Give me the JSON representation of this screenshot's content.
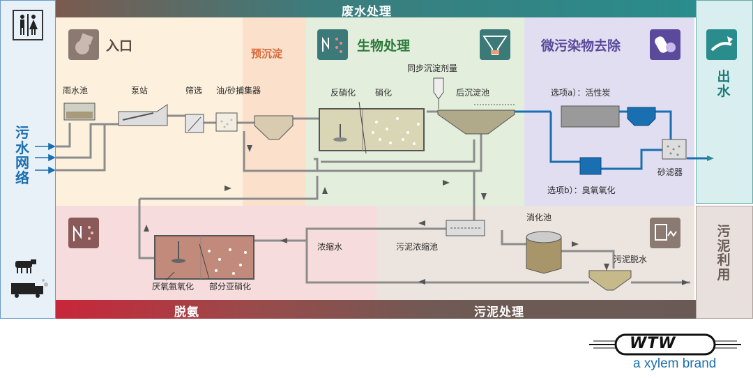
{
  "header": {
    "title": "废水处理"
  },
  "footer": {
    "left": "脱氨",
    "right": "污泥处理"
  },
  "left_panel": {
    "sewer": "污水网络"
  },
  "right_panel": {
    "outlet": "出水",
    "sludge_use": "污泥利用"
  },
  "zones": {
    "inlet": "入口",
    "pre_sedimentation": "预沉淀",
    "biological": "生物处理",
    "micropollutant": "微污染物去除"
  },
  "labels": {
    "rain_tank": "雨水池",
    "pump_station": "泵站",
    "screening": "筛选",
    "oil_sand_trap": "油/砂捕集器",
    "denitrification": "反硝化",
    "nitrification": "硝化",
    "simultaneous_precip": "同步沉淀剂量",
    "secondary_clarifier": "后沉淀池",
    "option_a": "选项a）：活性炭",
    "option_b": "选项b）：臭氧氧化",
    "sand_filter": "砂滤器",
    "digester": "消化池",
    "sludge_thickener": "污泥浓缩池",
    "thickener_water": "浓缩水",
    "sludge_dewatering": "污泥脱水",
    "anammox": "厌氧氨氧化",
    "partial_nitritation": "部分亚硝化"
  },
  "brand": {
    "logo": "WTW",
    "tagline": "a xylem brand"
  },
  "colors": {
    "header_bar": "#2f8a8a",
    "inlet_bg": "#fdf0dd",
    "pre_sed_bg": "#fbe0cc",
    "bio_bg": "#e3eedd",
    "micro_bg": "#e0def0",
    "deammon_bg": "#f6dcdc",
    "sludge_bg": "#ece4de",
    "sewer_text": "#1a6fb0",
    "micro_text": "#5b4a9c",
    "bio_text": "#2b7a3a",
    "pre_text": "#d9693a"
  }
}
